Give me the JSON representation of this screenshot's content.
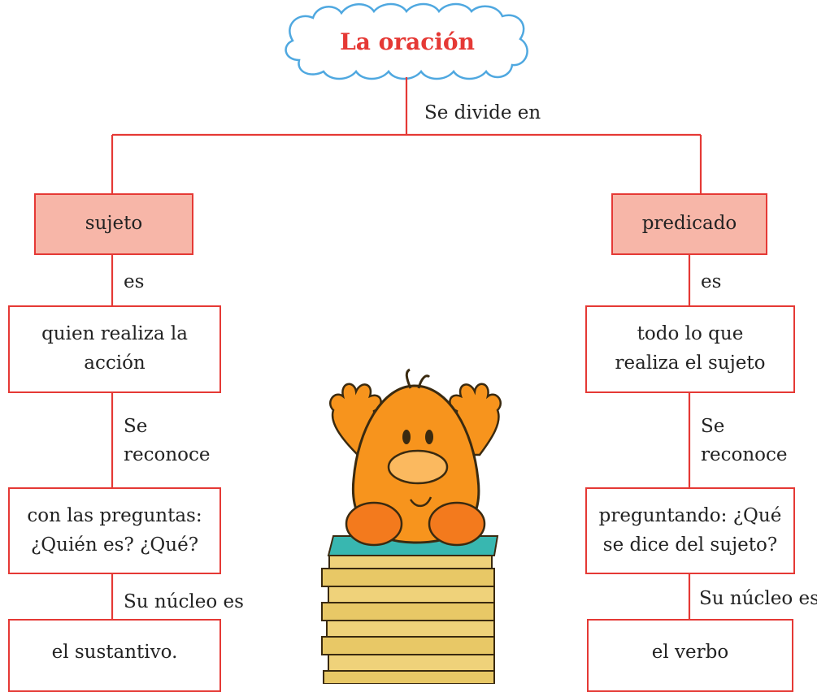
{
  "title": "La oración",
  "connector_top": "Se divide en",
  "left": {
    "head": "sujeto",
    "rel1": "es",
    "def": "quien realiza la acción",
    "rel2": "Se reconoce",
    "question": "con las preguntas: ¿Quién es? ¿Qué?",
    "rel3": "Su núcleo es",
    "nucleus": "el sustantivo."
  },
  "right": {
    "head": "predicado",
    "rel1": "es",
    "def": "todo lo que realiza el sujeto",
    "rel2": "Se reconoce",
    "question": "preguntando: ¿Qué se dice del sujeto?",
    "rel3": "Su núcleo es",
    "nucleus": "el verbo"
  },
  "colors": {
    "line": "#e53935",
    "head_fill": "#f7b6a8",
    "cloud_stroke": "#4fa8e0",
    "title": "#e53935"
  }
}
